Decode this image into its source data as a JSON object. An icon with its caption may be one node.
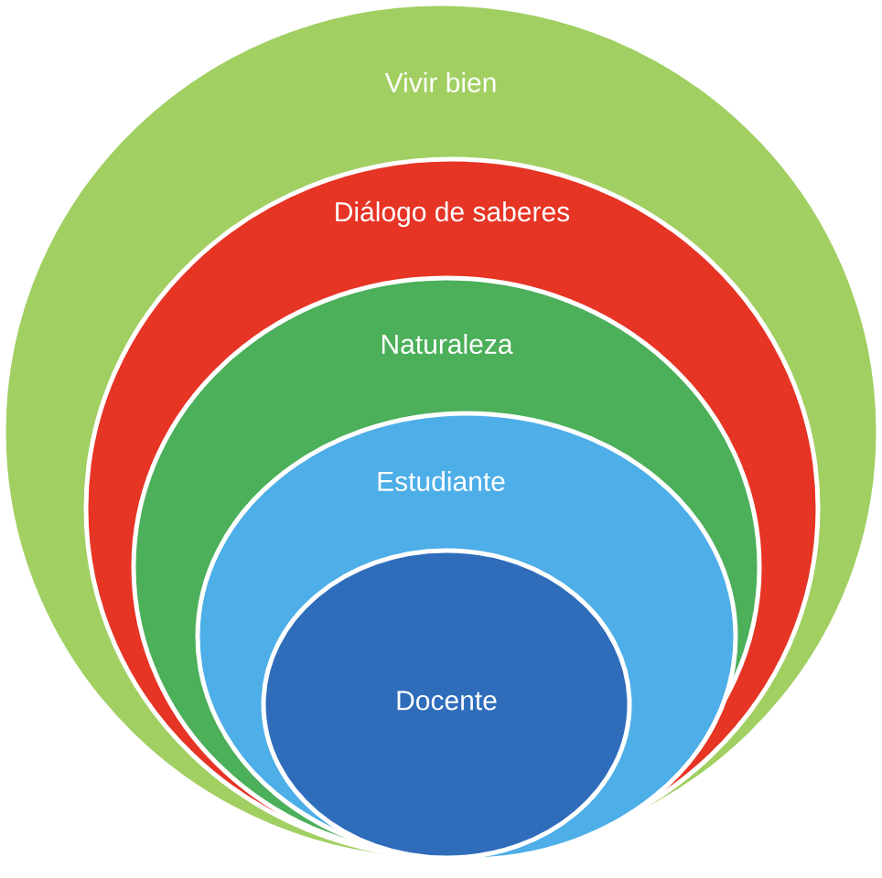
{
  "diagram": {
    "nodes": [
      {
        "text": [
          "Vivir bien"
        ]
      },
      {
        "text": [
          "Diálogo de saberes"
        ],
        "in": 0
      },
      {
        "text": [
          "Naturaleza"
        ],
        "in": 1
      },
      {
        "text": [
          "Estudiante"
        ],
        "in": 2
      },
      {
        "text": [
          "Docente"
        ],
        "in": 3
      }
    ]
  }
}
